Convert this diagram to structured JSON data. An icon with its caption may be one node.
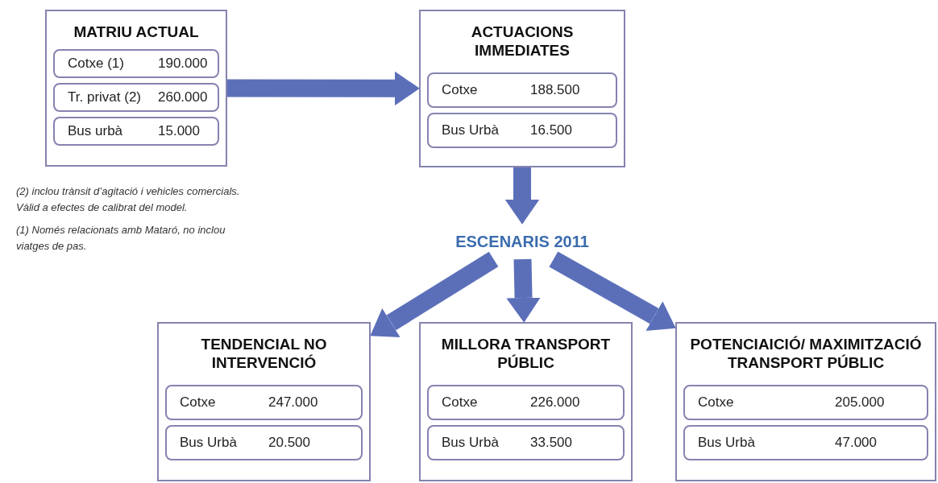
{
  "diagram": {
    "nodes": [
      {
        "text": [
          "MATRIU ACTUAL"
        ]
      },
      {
        "text": [
          "Cotxe (1)",
          "190.000"
        ],
        "in": 0
      },
      {
        "text": [
          "Tr. privat (2)",
          "260.000"
        ],
        "in": 0
      },
      {
        "text": [
          "Bus urbà",
          "15.000"
        ],
        "in": 0
      },
      {
        "text": [
          "ACTUACIONS IMMEDIATES"
        ]
      },
      {
        "text": [
          "Cotxe",
          "188.500"
        ],
        "in": 4
      },
      {
        "text": [
          "Bus Urbà",
          "16.500"
        ],
        "in": 4
      },
      {
        "text": [
          "ESCENARIS 2011"
        ]
      },
      {
        "text": [
          "TENDENCIAL NO INTERVENCIÓ"
        ]
      },
      {
        "text": [
          "Cotxe",
          "247.000"
        ],
        "in": 8
      },
      {
        "text": [
          "Bus Urbà",
          "20.500"
        ],
        "in": 8
      },
      {
        "text": [
          "MILLORA TRANSPORT PÚBLIC"
        ]
      },
      {
        "text": [
          "Cotxe",
          "226.000"
        ],
        "in": 11
      },
      {
        "text": [
          "Bus Urbà",
          "33.500"
        ],
        "in": 11
      },
      {
        "text": [
          "POTENCIAICIÓ/ MAXIMITZACIÓ TRANSPORT PÚBLIC"
        ]
      },
      {
        "text": [
          "Cotxe",
          "205.000"
        ],
        "in": 14
      },
      {
        "text": [
          "Bus Urbà",
          "47.000"
        ],
        "in": 14
      }
    ],
    "edges": [
      {
        "from": 0,
        "to": 4,
        "arrow": "to"
      },
      {
        "from": 4,
        "to": 7,
        "arrow": "to"
      },
      {
        "from": 7,
        "to": 8,
        "arrow": "to"
      },
      {
        "from": 7,
        "to": 11,
        "arrow": "to"
      },
      {
        "from": 7,
        "to": 14,
        "arrow": "to"
      }
    ],
    "labels": [
      "(2) inclou trànsit d’agitació i vehicles comercials. Vàlid a efectes de calibrat del model.",
      "(1) Només relacionats amb Mataró, no inclou viatges de pas."
    ]
  }
}
